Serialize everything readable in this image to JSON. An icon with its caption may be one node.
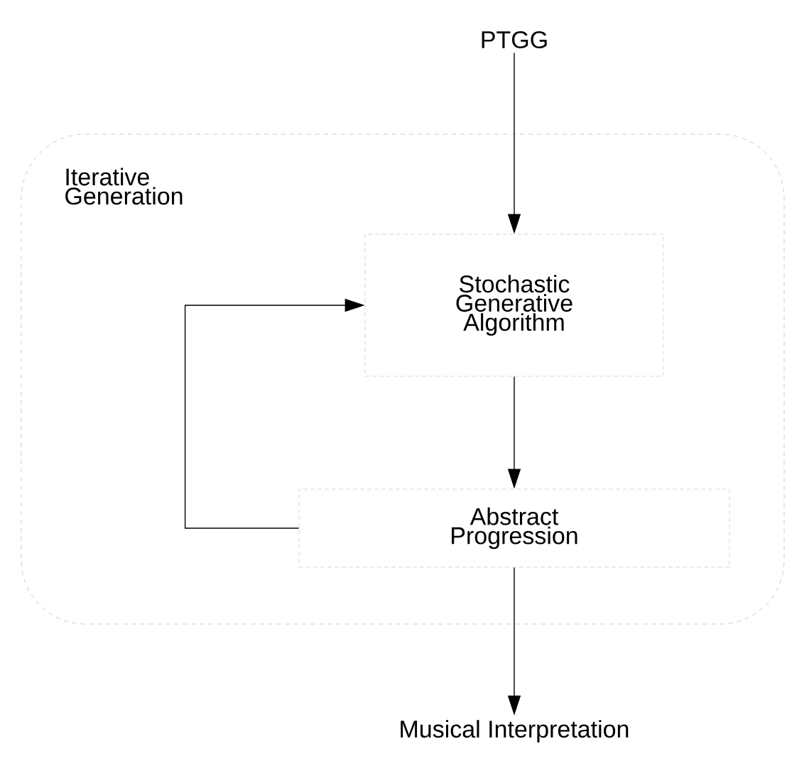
{
  "diagram": {
    "nodes": [
      {
        "text": [
          "Iterative Generation"
        ]
      },
      {
        "text": [
          "PTGG"
        ]
      },
      {
        "text": [
          "Stochastic Generative Algorithm"
        ],
        "in": 0
      },
      {
        "text": [
          "Abstract Progression"
        ],
        "in": 0
      },
      {
        "text": [
          "Musical Interpretation"
        ]
      }
    ],
    "edges": [
      {
        "from": 1,
        "to": 2,
        "arrow": "to"
      },
      {
        "from": 2,
        "to": 3,
        "arrow": "to"
      },
      {
        "from": 3,
        "to": 2,
        "arrow": "to"
      },
      {
        "from": 3,
        "to": 4,
        "arrow": "to"
      }
    ]
  }
}
